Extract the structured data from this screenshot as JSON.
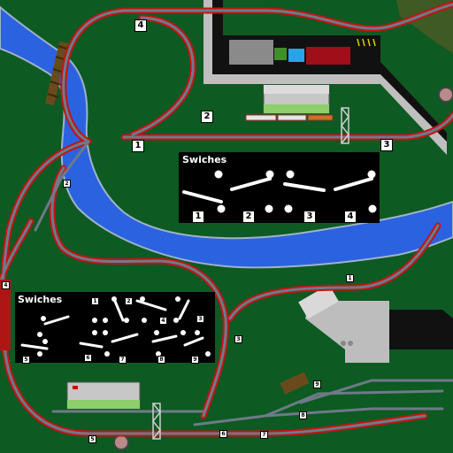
{
  "panels": {
    "top": {
      "title": "Swiches",
      "labels": [
        "1",
        "2",
        "3",
        "4"
      ]
    },
    "left": {
      "title": "Swiches",
      "labels": [
        "1",
        "2",
        "3",
        "4",
        "5",
        "6",
        "7",
        "8",
        "9"
      ]
    }
  },
  "map_labels": {
    "big": [
      "1",
      "2",
      "3",
      "4"
    ],
    "small": [
      "1",
      "2",
      "3",
      "4",
      "5",
      "6",
      "7",
      "8",
      "9"
    ]
  },
  "colors": {
    "grass": "#0d5a22",
    "river": "#2b62e0",
    "river_edge": "#9fb2c8",
    "track_bed": "#c01515",
    "rail": "#6e7a88",
    "road": "#bfbfbf",
    "pavement": "#111111",
    "panel": "#000000",
    "lever": "#ffffff"
  }
}
